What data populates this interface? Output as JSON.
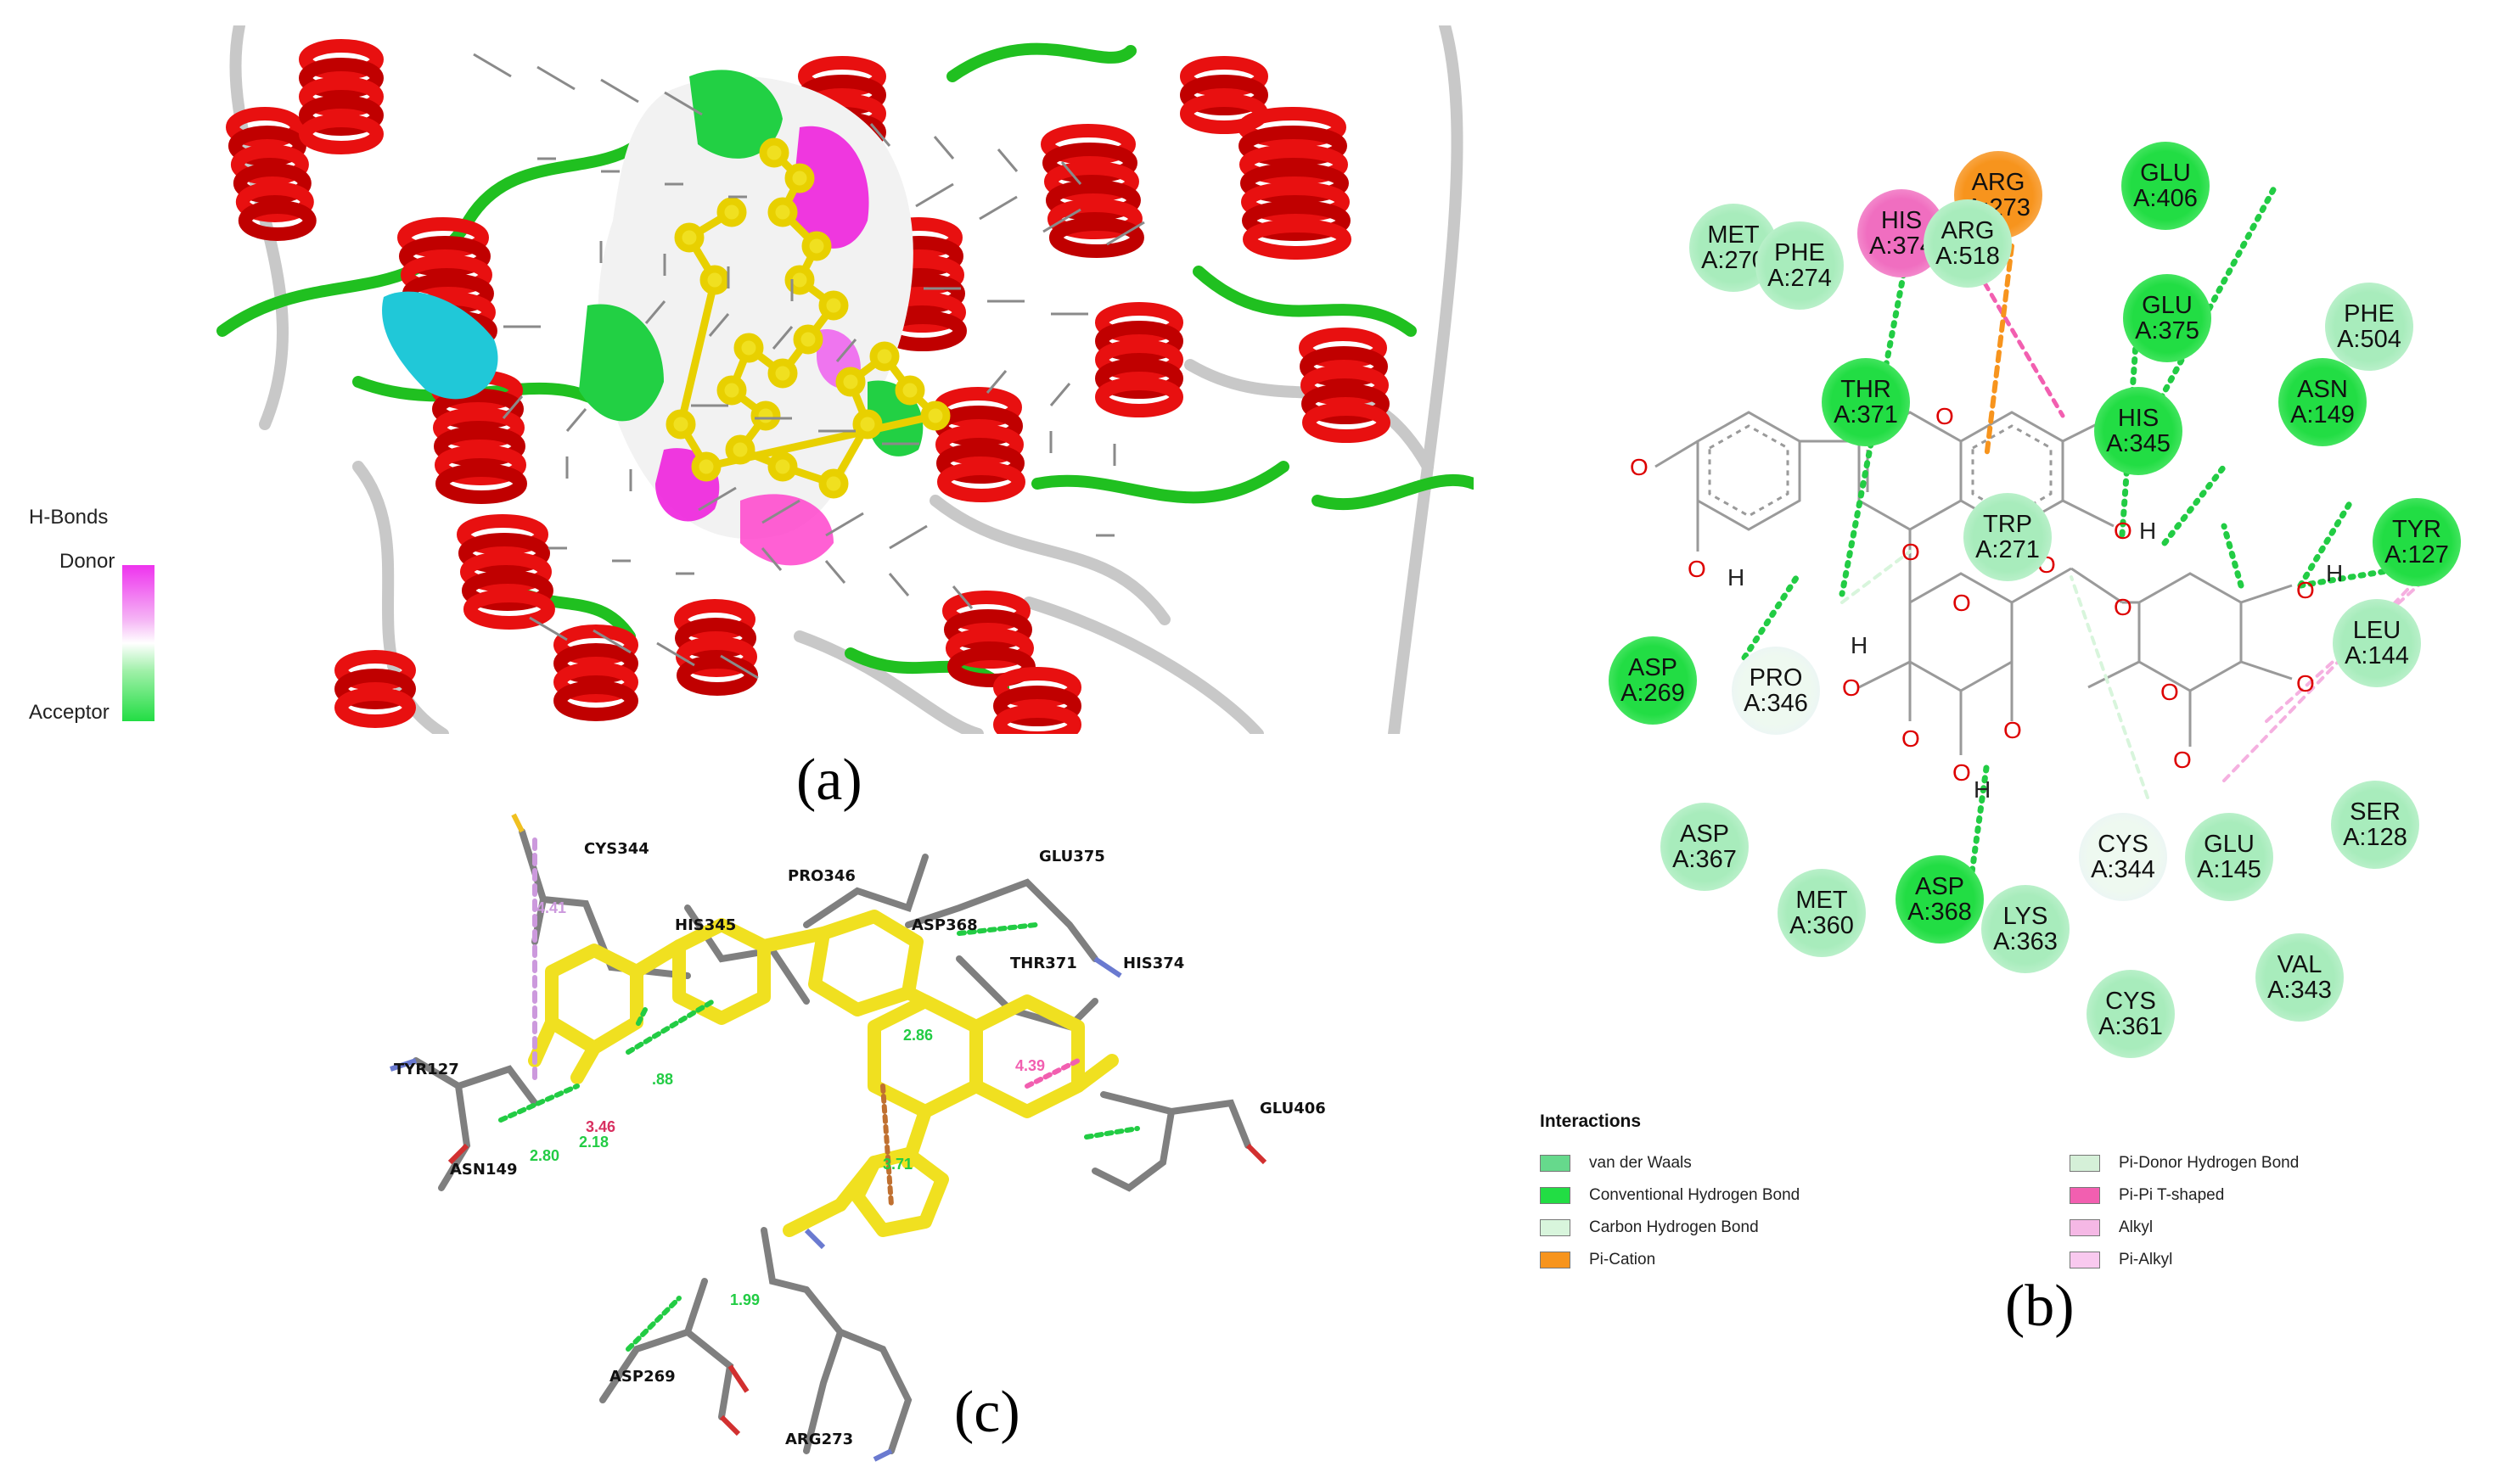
{
  "panel_labels": {
    "a": "(a)",
    "b": "(b)",
    "c": "(c)"
  },
  "hbonds_legend": {
    "title": "H-Bonds",
    "donor": "Donor",
    "acceptor": "Acceptor"
  },
  "residues_2d": [
    {
      "id": "met270",
      "name": "MET",
      "num": "A:270",
      "kind": "vdw"
    },
    {
      "id": "phe274",
      "name": "PHE",
      "num": "A:274",
      "kind": "vdw"
    },
    {
      "id": "his374",
      "name": "HIS",
      "num": "A:374",
      "kind": "pipi"
    },
    {
      "id": "arg273",
      "name": "ARG",
      "num": "A:273",
      "kind": "cation"
    },
    {
      "id": "arg518",
      "name": "ARG",
      "num": "A:518",
      "kind": "vdw"
    },
    {
      "id": "glu406",
      "name": "GLU",
      "num": "A:406",
      "kind": "hbond"
    },
    {
      "id": "glu375",
      "name": "GLU",
      "num": "A:375",
      "kind": "hbond"
    },
    {
      "id": "phe504",
      "name": "PHE",
      "num": "A:504",
      "kind": "vdw"
    },
    {
      "id": "thr371",
      "name": "THR",
      "num": "A:371",
      "kind": "hbond"
    },
    {
      "id": "his345",
      "name": "HIS",
      "num": "A:345",
      "kind": "hbond"
    },
    {
      "id": "asn149",
      "name": "ASN",
      "num": "A:149",
      "kind": "hbond"
    },
    {
      "id": "tyr127",
      "name": "TYR",
      "num": "A:127",
      "kind": "hbond"
    },
    {
      "id": "trp271",
      "name": "TRP",
      "num": "A:271",
      "kind": "vdw"
    },
    {
      "id": "leu144",
      "name": "LEU",
      "num": "A:144",
      "kind": "vdw"
    },
    {
      "id": "asp269",
      "name": "ASP",
      "num": "A:269",
      "kind": "hbond"
    },
    {
      "id": "pro346",
      "name": "PRO",
      "num": "A:346",
      "kind": "chb"
    },
    {
      "id": "asp367",
      "name": "ASP",
      "num": "A:367",
      "kind": "vdw"
    },
    {
      "id": "met360",
      "name": "MET",
      "num": "A:360",
      "kind": "vdw"
    },
    {
      "id": "asp368",
      "name": "ASP",
      "num": "A:368",
      "kind": "hbond"
    },
    {
      "id": "lys363",
      "name": "LYS",
      "num": "A:363",
      "kind": "vdw"
    },
    {
      "id": "cys344",
      "name": "CYS",
      "num": "A:344",
      "kind": "chb"
    },
    {
      "id": "glu145",
      "name": "GLU",
      "num": "A:145",
      "kind": "vdw"
    },
    {
      "id": "ser128",
      "name": "SER",
      "num": "A:128",
      "kind": "vdw"
    },
    {
      "id": "cys361",
      "name": "CYS",
      "num": "A:361",
      "kind": "vdw"
    },
    {
      "id": "val343",
      "name": "VAL",
      "num": "A:343",
      "kind": "vdw"
    }
  ],
  "atom_labels": {
    "o": "O",
    "h": "H"
  },
  "interactions_legend": {
    "title": "Interactions",
    "items": [
      {
        "label": "van der Waals",
        "color": "#66d98c"
      },
      {
        "label": "Conventional Hydrogen Bond",
        "color": "#22dd44"
      },
      {
        "label": "Carbon Hydrogen Bond",
        "color": "#d8f5dc"
      },
      {
        "label": "Pi-Cation",
        "color": "#f7941d"
      },
      {
        "label": "Pi-Donor Hydrogen Bond",
        "color": "#d5f0d8"
      },
      {
        "label": "Pi-Pi T-shaped",
        "color": "#f25fb0"
      },
      {
        "label": "Alkyl",
        "color": "#f5b8e5"
      },
      {
        "label": "Pi-Alkyl",
        "color": "#f9c9ef"
      }
    ]
  },
  "residues_3d": [
    {
      "id": "cys344",
      "label": "CYS344"
    },
    {
      "id": "pro346",
      "label": "PRO346"
    },
    {
      "id": "glu375",
      "label": "GLU375"
    },
    {
      "id": "his345",
      "label": "HIS345"
    },
    {
      "id": "asp368",
      "label": "ASP368"
    },
    {
      "id": "his374",
      "label": "HIS374"
    },
    {
      "id": "thr371",
      "label": "THR371"
    },
    {
      "id": "tyr127",
      "label": "TYR127"
    },
    {
      "id": "asn149",
      "label": "ASN149"
    },
    {
      "id": "glu406",
      "label": "GLU406"
    },
    {
      "id": "asp269",
      "label": "ASP269"
    },
    {
      "id": "arg273",
      "label": "ARG273"
    }
  ],
  "distances_3d": [
    {
      "id": "d1",
      "value": "4.41"
    },
    {
      "id": "d2",
      "value": ".88"
    },
    {
      "id": "d3",
      "value": "3.46"
    },
    {
      "id": "d4",
      "value": "2.80"
    },
    {
      "id": "d5",
      "value": "2.18"
    },
    {
      "id": "d6",
      "value": "4.39"
    },
    {
      "id": "d7",
      "value": "3.71"
    },
    {
      "id": "d8",
      "value": "1.99"
    },
    {
      "id": "d9",
      "value": "2.86"
    }
  ],
  "colors": {
    "helix": "#e00000",
    "coil": "#20c020",
    "loop": "#c8c8c8",
    "ligand": "#f0e020",
    "hbond_green": "#22cc44",
    "pi_cation": "#f7941d",
    "pi_pi": "#f25fb0",
    "alkyl": "#f5b0e0"
  }
}
